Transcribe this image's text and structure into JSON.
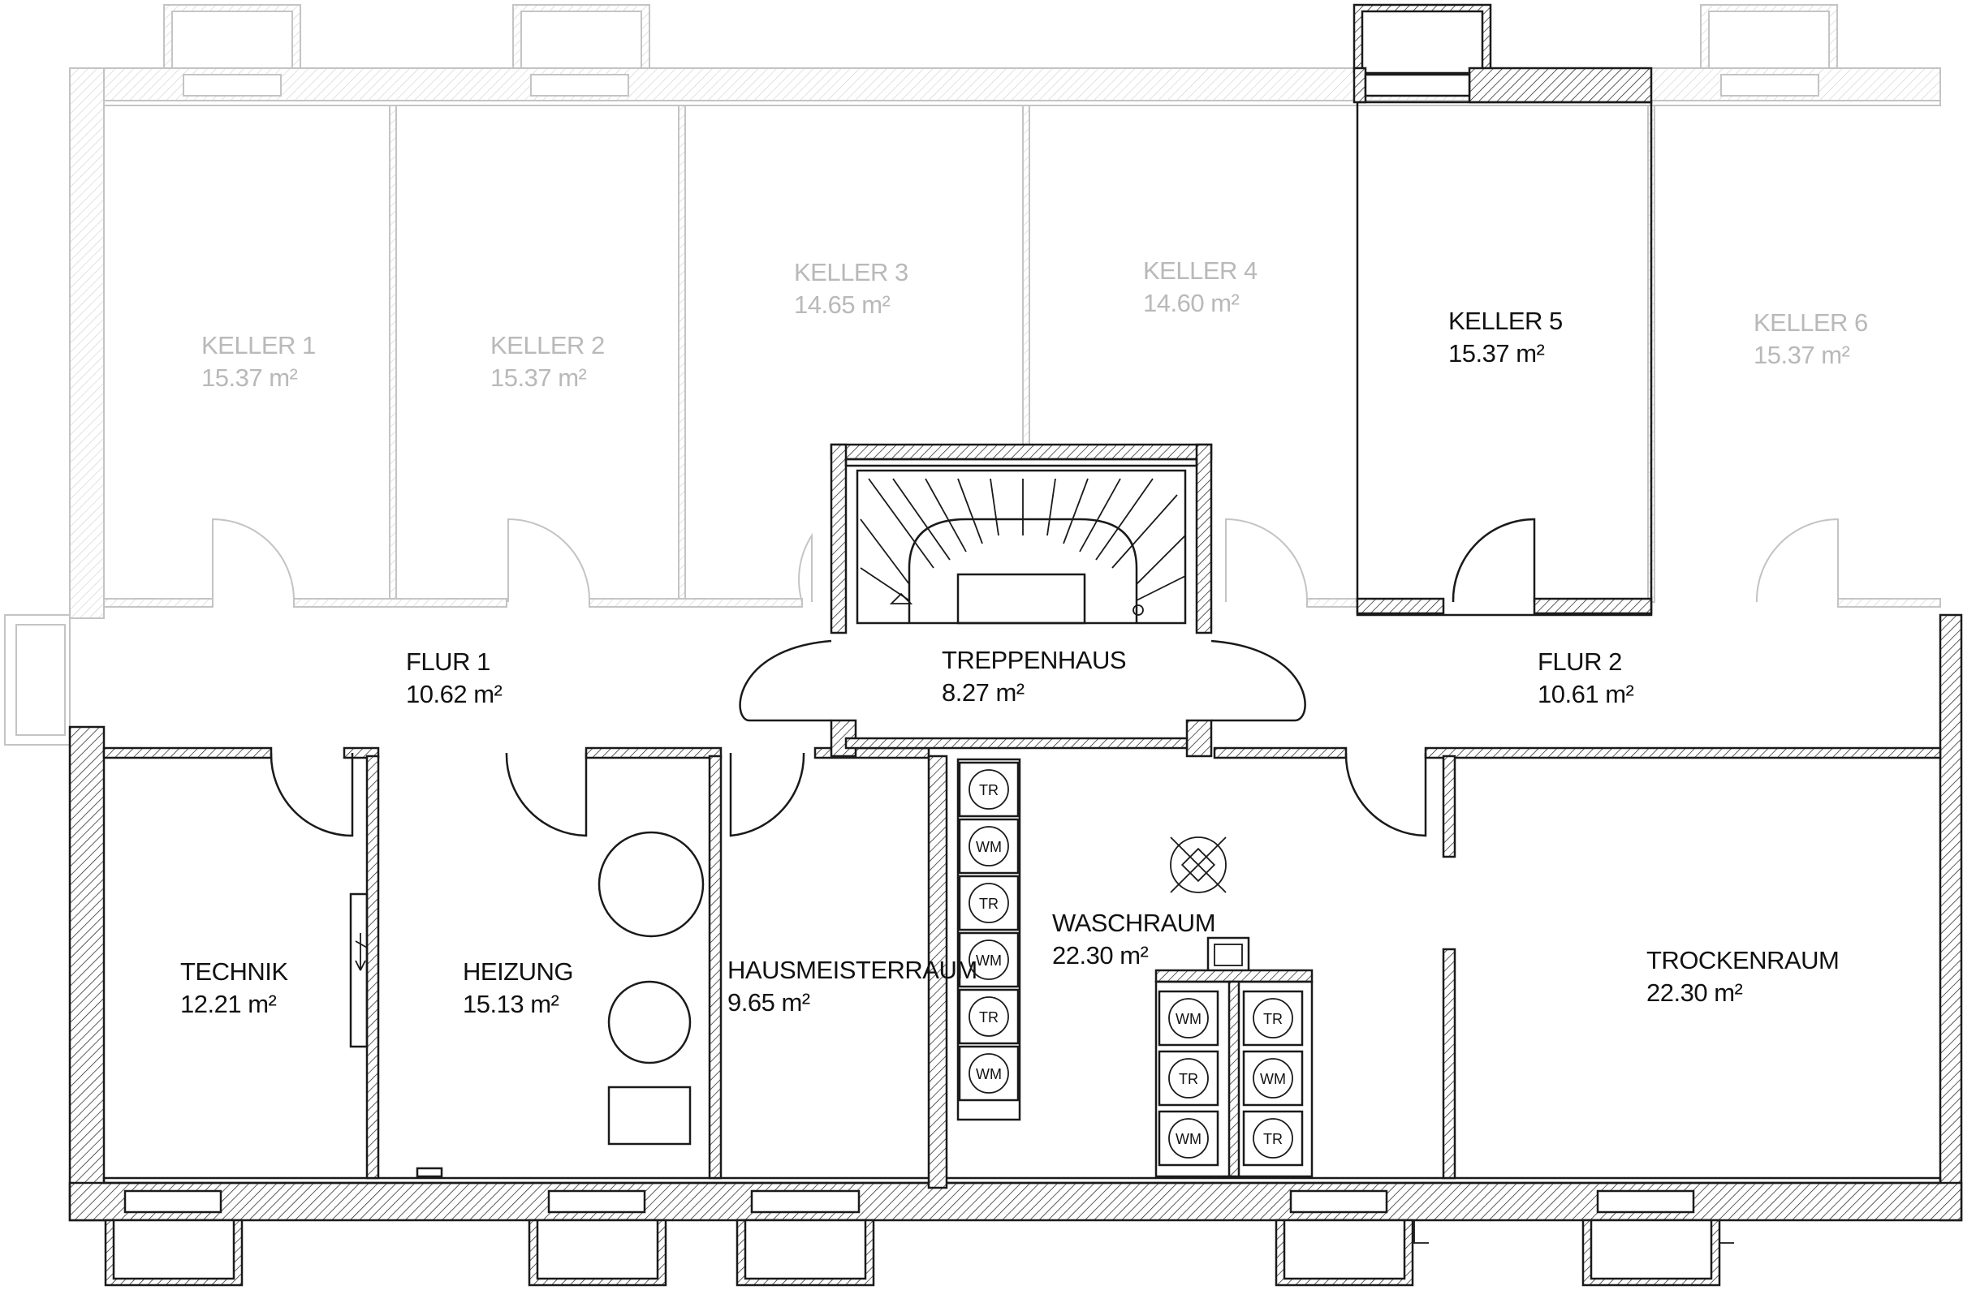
{
  "rooms": {
    "keller1": {
      "name": "KELLER 1",
      "area": "15.37 m²"
    },
    "keller2": {
      "name": "KELLER 2",
      "area": "15.37 m²"
    },
    "keller3": {
      "name": "KELLER 3",
      "area": "14.65 m²"
    },
    "keller4": {
      "name": "KELLER 4",
      "area": "14.60 m²"
    },
    "keller5": {
      "name": "KELLER 5",
      "area": "15.37 m²"
    },
    "keller6": {
      "name": "KELLER 6",
      "area": "15.37 m²"
    },
    "flur1": {
      "name": "FLUR 1",
      "area": "10.62 m²"
    },
    "treppenhaus": {
      "name": "TREPPENHAUS",
      "area": "8.27 m²"
    },
    "flur2": {
      "name": "FLUR 2",
      "area": "10.61 m²"
    },
    "technik": {
      "name": "TECHNIK",
      "area": "12.21 m²"
    },
    "heizung": {
      "name": "HEIZUNG",
      "area": "15.13 m²"
    },
    "hausmeister": {
      "name": "HAUSMEISTERRAUM",
      "area": "9.65 m²"
    },
    "waschraum": {
      "name": "WASCHRAUM",
      "area": "22.30 m²"
    },
    "trockenraum": {
      "name": "TROCKENRAUM",
      "area": "22.30 m²"
    }
  },
  "appliances": {
    "tr": "TR",
    "wm": "WM"
  },
  "colors": {
    "highlight_wall": "#1a1a1a",
    "greyed_wall": "#c4c4c4",
    "greyed_text": "#b9b9b9",
    "active_text": "#111111"
  }
}
